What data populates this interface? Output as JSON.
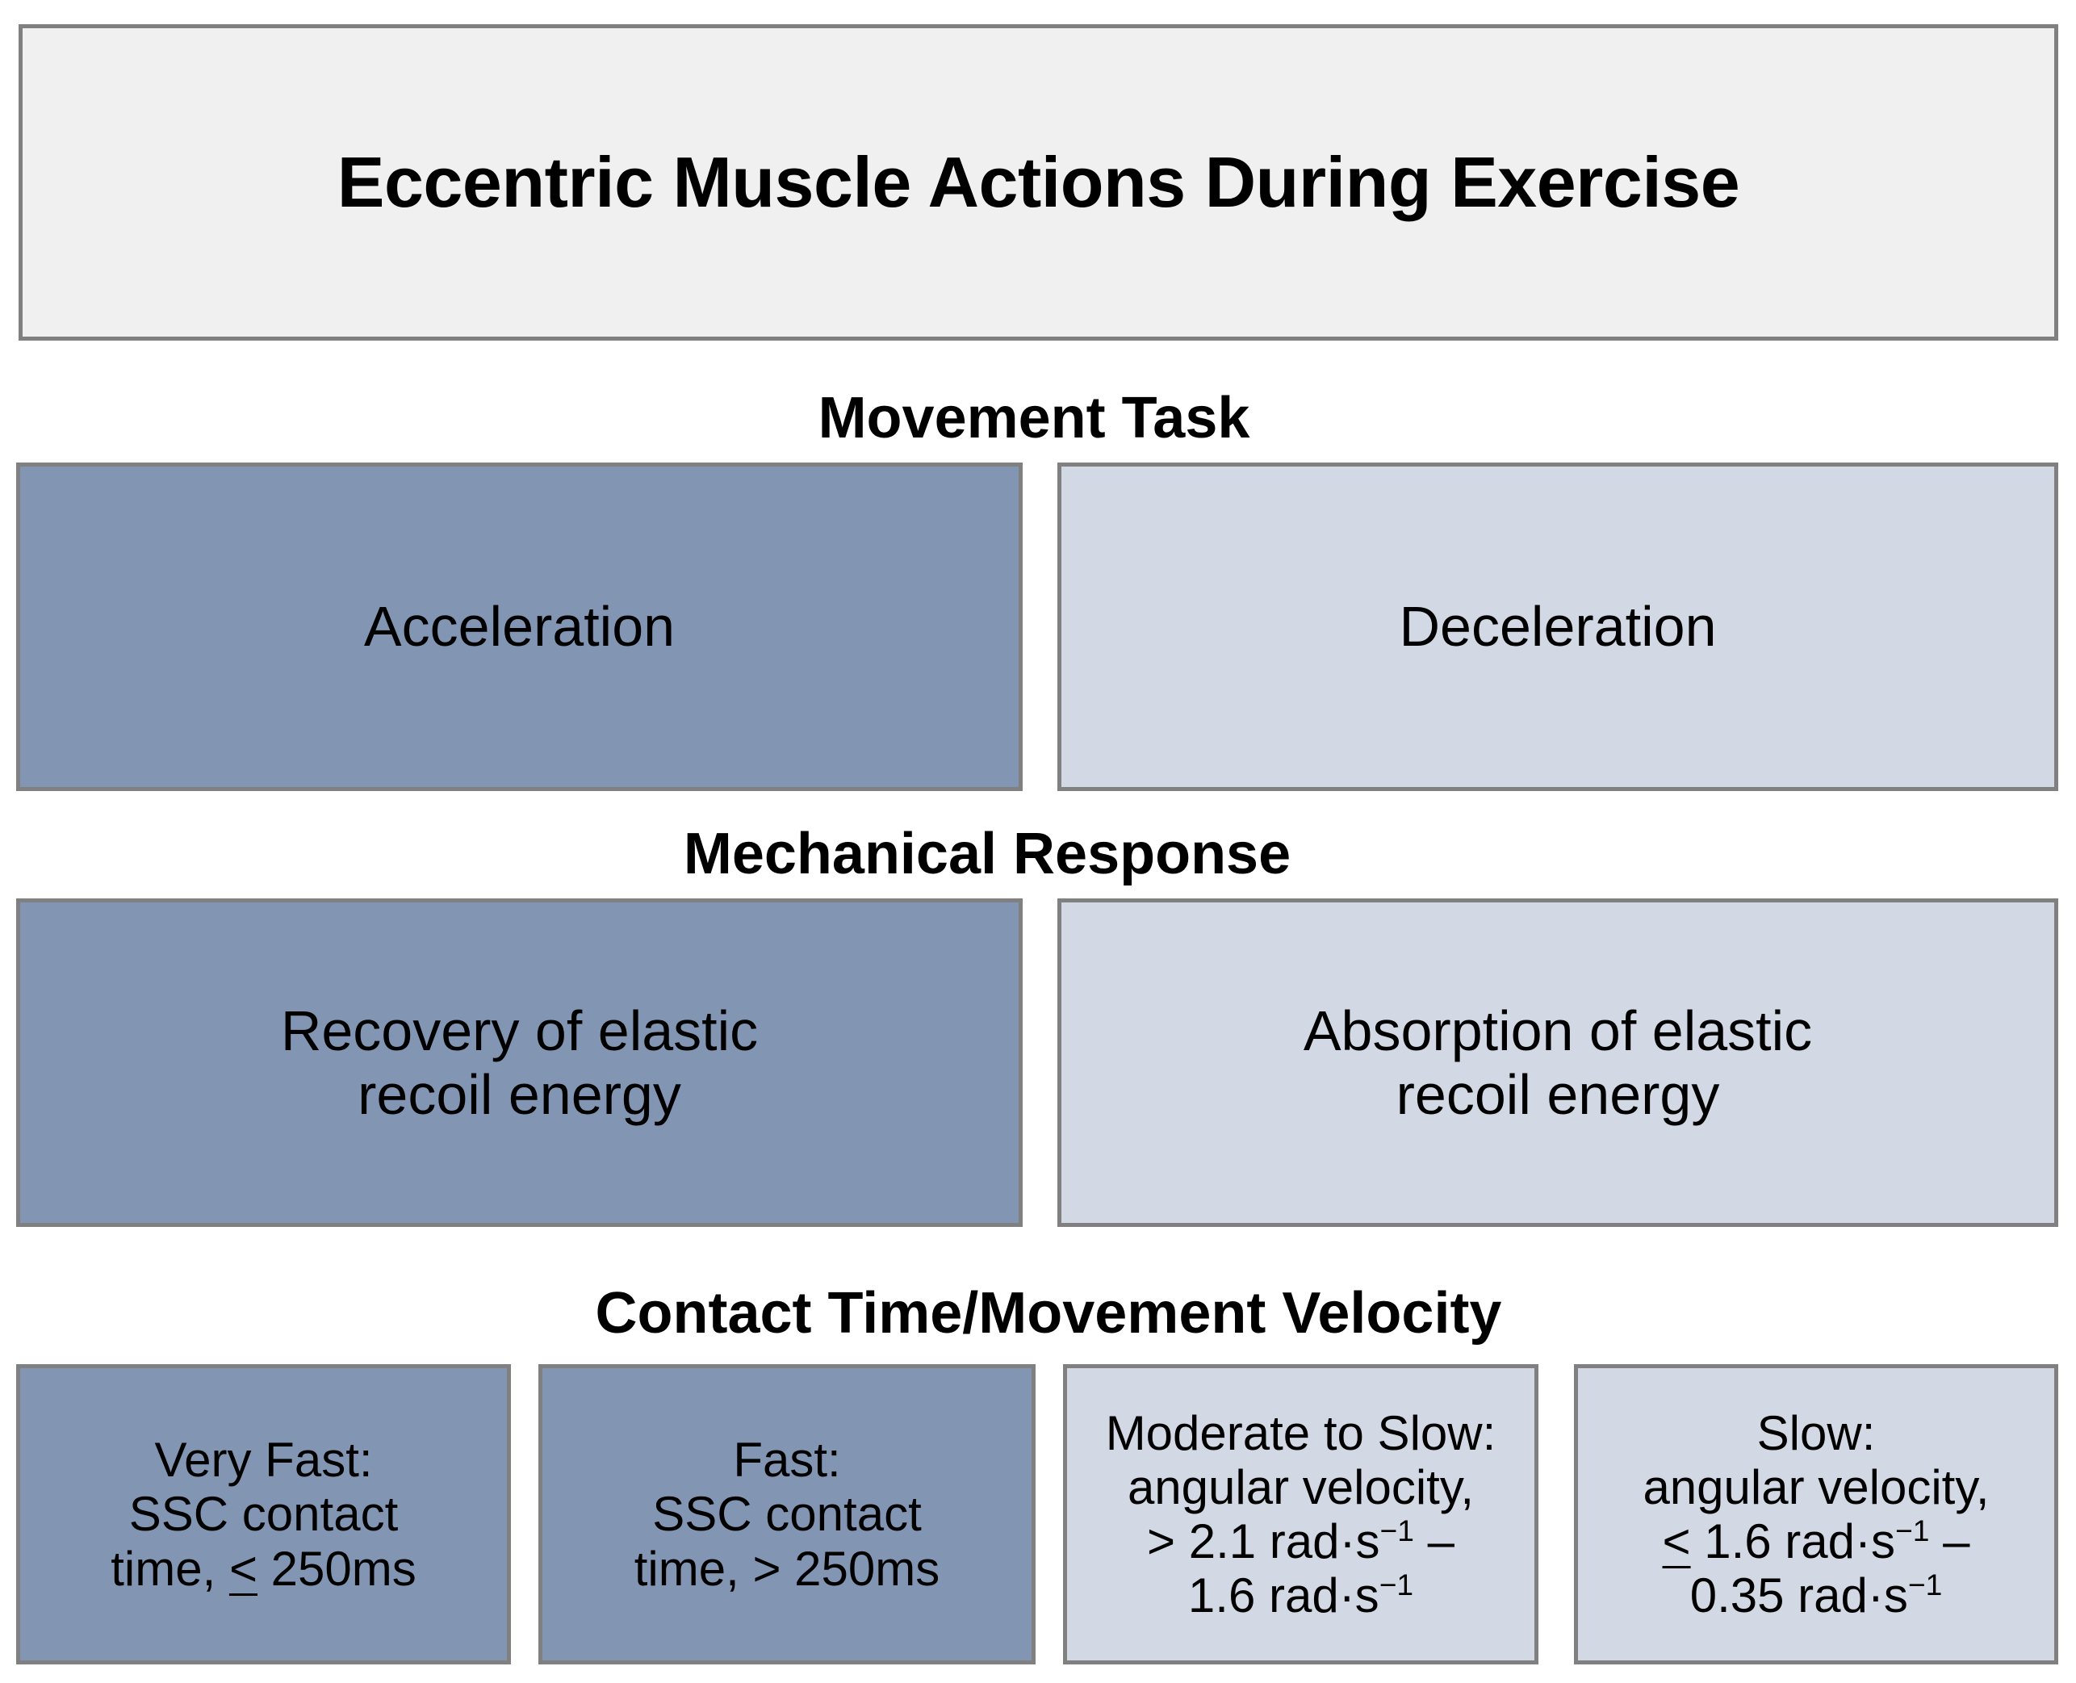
{
  "title": {
    "text": "Eccentric Muscle Actions During Exercise"
  },
  "colors": {
    "accent_dark": "#8296b4",
    "accent_light": "#d2d9e5",
    "title_fill": "#f0f0f0",
    "border": "#808080",
    "text": "#000000"
  },
  "sections": [
    {
      "heading": "Movement Task",
      "boxes": [
        {
          "label": "Acceleration",
          "tone": "dark"
        },
        {
          "label": "Deceleration",
          "tone": "light"
        }
      ]
    },
    {
      "heading": "Mechanical Response",
      "boxes": [
        {
          "line1": "Recovery of elastic",
          "line2": "recoil energy",
          "tone": "dark"
        },
        {
          "line1": "Absorption of elastic",
          "line2": "recoil energy",
          "tone": "light"
        }
      ]
    },
    {
      "heading": "Contact Time/Movement Velocity",
      "boxes": [
        {
          "tone": "dark",
          "line1": "Very Fast:",
          "line2": "SSC contact",
          "line3_pre": "time, ",
          "line3_le": "<",
          "line3_post": " 250ms"
        },
        {
          "tone": "dark",
          "line1": "Fast:",
          "line2": "SSC contact",
          "line3": "time, > 250ms"
        },
        {
          "tone": "light",
          "line1": "Moderate to Slow:",
          "line2": "angular velocity,",
          "line3_pre": "> 2.1 rad·s",
          "line3_sup": "−1",
          "line3_post": " –",
          "line4_pre": "1.6 rad·s",
          "line4_sup": "−1"
        },
        {
          "tone": "light",
          "line1": "Slow:",
          "line2": "angular velocity,",
          "line3_le": "<",
          "line3_pre": " 1.6 rad·s",
          "line3_sup": "−1",
          "line3_post": " –",
          "line4_pre": "0.35 rad·s",
          "line4_sup": "−1"
        }
      ]
    }
  ]
}
